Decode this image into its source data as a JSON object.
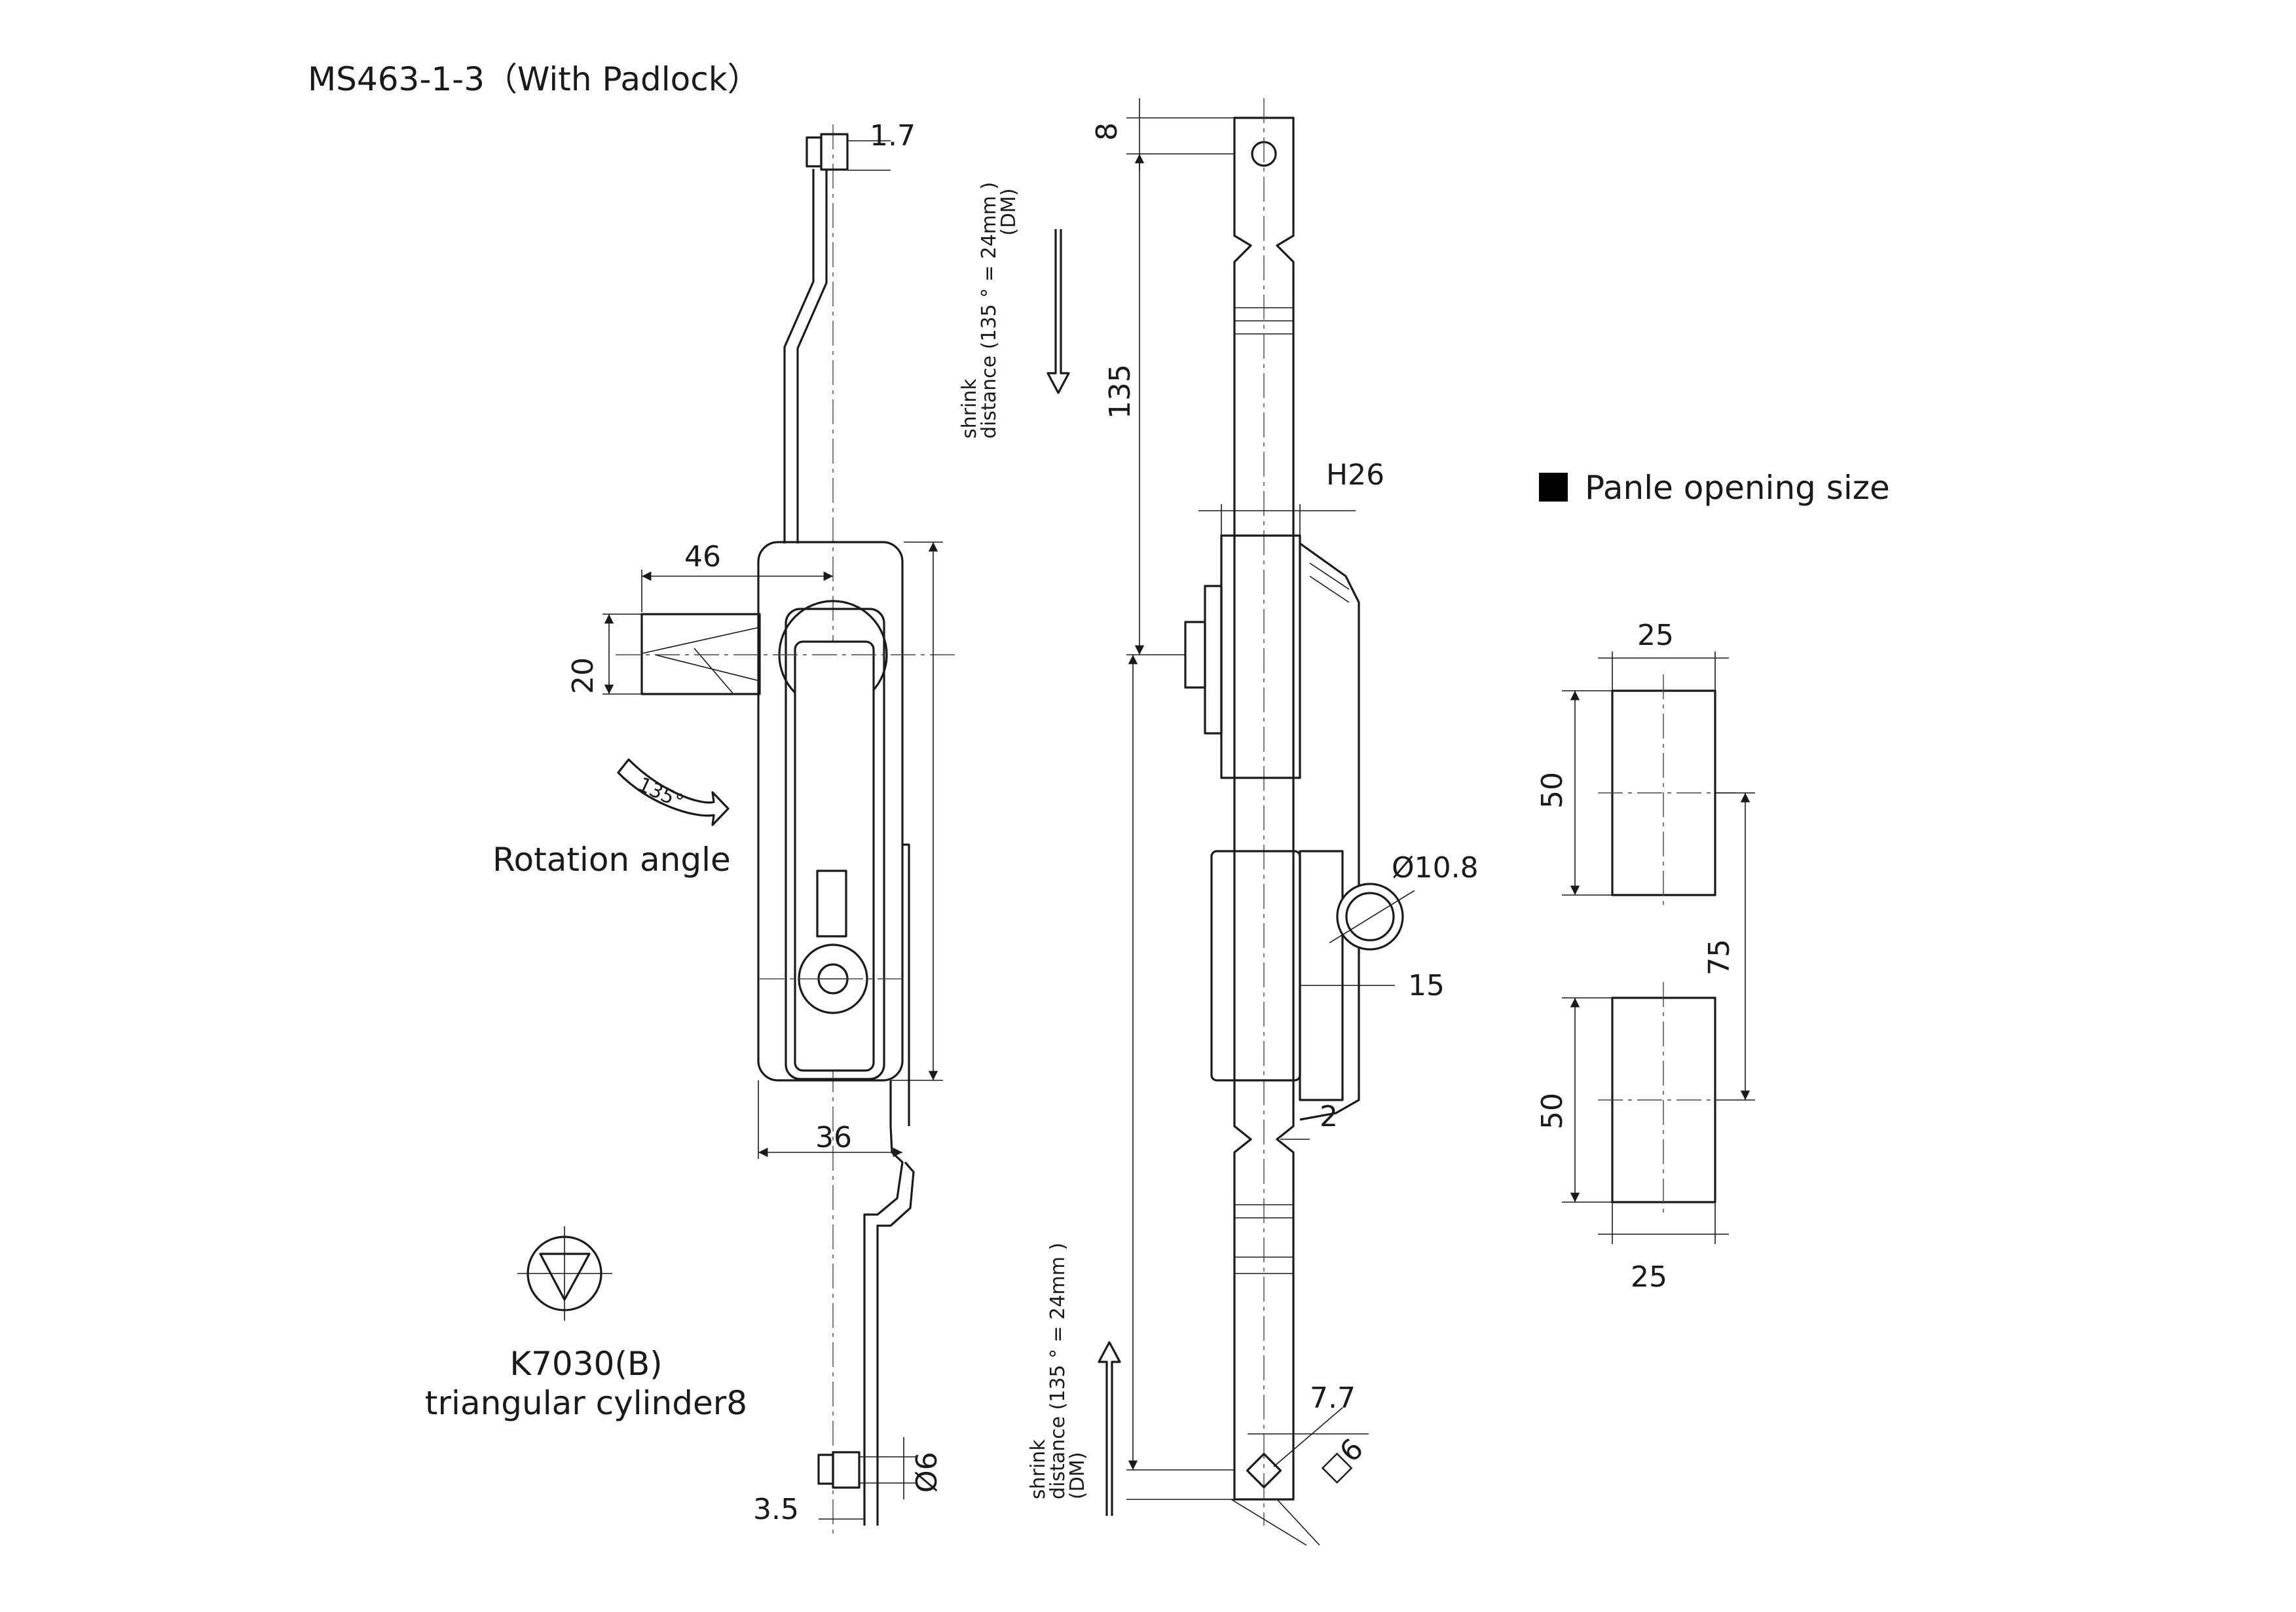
{
  "title": "MS463-1-3（With Padlock）",
  "front_view": {
    "dim_top_bolt": "1.7",
    "dim_handle_width": "46",
    "dim_handle_height": "20",
    "rotation_arrow_label": "135°",
    "rotation_label": "Rotation angle",
    "dim_body_width": "36",
    "dim_bottom_bolt": "Ø6",
    "dim_rod_width": "3.5"
  },
  "cylinder": {
    "model": "K7030(B)",
    "description": "triangular cylinder8"
  },
  "side_view": {
    "shrink_top": [
      "shrink",
      "distance (135 ° = 24mm )",
      "(DM)"
    ],
    "shrink_bottom": [
      "shrink",
      "distance (135 ° = 24mm )",
      "(DM)"
    ],
    "dim_top_end": "8",
    "dim_upper_length": "135",
    "dim_height": "H26",
    "dim_padlock_hole": "Ø10.8",
    "dim_padlock_offset": "15",
    "dim_gap": "2",
    "dim_bottom_end": "7.7",
    "dim_square": "□6"
  },
  "panel_opening": {
    "heading": "Panle opening size",
    "dim_top_width": "25",
    "dim_top_height": "50",
    "dim_spacing": "75",
    "dim_bottom_height": "50",
    "dim_bottom_width": "25"
  },
  "colors": {
    "line": "#1a1a1a",
    "background": "#ffffff"
  }
}
